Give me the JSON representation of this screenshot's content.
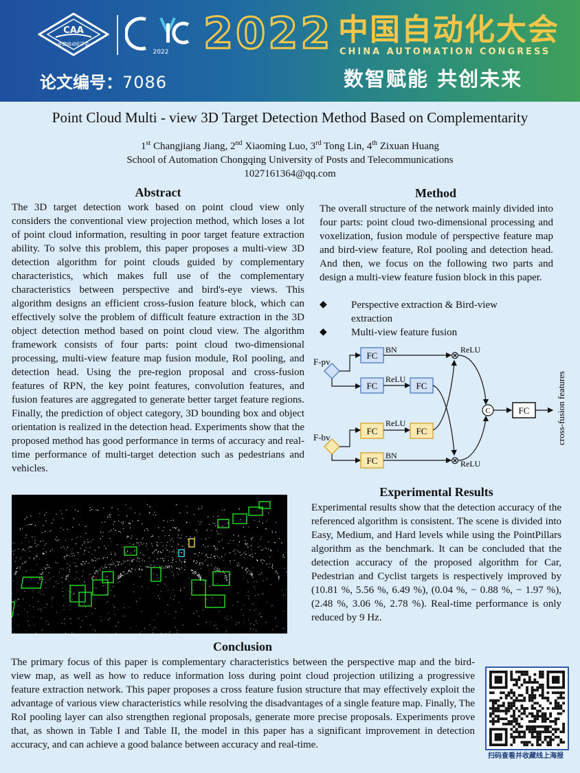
{
  "banner": {
    "caa_logo_text": "CAA",
    "caa_logo_subtext": "中国自动化学会",
    "cac_logo_text": "CAC",
    "cac_logo_year": "2022",
    "year": "2022",
    "title_cn": "中国自动化大会",
    "title_en": "CHINA AUTOMATION CONGRESS",
    "slogan": "数智赋能 共创未来",
    "paper_no_label": "论文编号：",
    "paper_no": "7086",
    "colors": {
      "gold": "#f4c64a",
      "blue": "#1e4fa0",
      "green": "#3fa05a"
    }
  },
  "paper": {
    "title": "Point Cloud Multi - view 3D Target Detection Method Based on Complementarity",
    "authors": [
      {
        "ord": "1",
        "sup": "st",
        "name": "Changjiang Jiang"
      },
      {
        "ord": "2",
        "sup": "nd",
        "name": "Xiaoming Luo"
      },
      {
        "ord": "3",
        "sup": "rd",
        "name": "Tong Lin"
      },
      {
        "ord": "4",
        "sup": "th",
        "name": "Zixuan Huang"
      }
    ],
    "affiliation": "School of Automation Chongqing University of Posts and Telecommunications",
    "email": "1027161364@qq.com"
  },
  "abstract": {
    "heading": "Abstract",
    "text": "The 3D target detection work based on point cloud view only considers the conventional view projection method, which loses a lot of point cloud information, resulting in poor target feature extraction ability. To solve this problem, this paper proposes a multi-view 3D detection algorithm for point clouds guided by complementary characteristics, which makes full use of the complementary characteristics between perspective and bird's-eye views. This algorithm designs an efficient cross-fusion feature block, which can effectively solve the problem of difficult feature extraction in the 3D object detection method based on point cloud view. The algorithm framework consists of four parts: point cloud two-dimensional processing, multi-view feature map fusion module, RoI pooling, and detection head. Using the pre-region proposal and cross-fusion features of RPN, the key point features, convolution features, and fusion features are aggregated to generate better target feature regions. Finally, the prediction of object category, 3D bounding box and object orientation is realized in the detection head. Experiments show that the proposed method has good performance in terms of accuracy and real-time performance of multi-target detection such as pedestrians and vehicles."
  },
  "method": {
    "heading": "Method",
    "text": "The overall structure of the network mainly divided into four parts: point cloud two-dimensional processing and voxelization, fusion module of perspective feature map and bird-view feature, RoI pooling and detection head. And then, we focus on the following two parts and design a multi-view feature fusion block in this paper.",
    "bullet_symbol": "◆",
    "bullets": [
      "Perspective extraction & Bird-view extraction",
      "Multi-view feature fusion"
    ],
    "diagram": {
      "input_top": "F-pv",
      "input_bottom": "F-bv",
      "fc": "FC",
      "bn": "BN",
      "relu": "ReLU",
      "concat": "C",
      "multiply": "⊗",
      "output_label": "cross-fusion features",
      "colors": {
        "blue_fill": "#cfe0f7",
        "blue_stroke": "#5b86c9",
        "yellow_fill": "#fbe9b0",
        "yellow_stroke": "#d9a93a"
      }
    }
  },
  "results": {
    "heading": "Experimental Results",
    "text": "Experimental results show that the detection accuracy of the referenced algorithm is consistent. The scene is divided into Easy, Medium, and Hard levels while using the PointPillars algorithm as the benchmark. It can be concluded that the detection accuracy of the proposed algorithm for Car, Pedestrian and Cyclist targets is respectively improved by (10.81 %, 5.56 %, 6.49 %), (0.04 %, − 0.88 %, − 1.97 %), (2.48 %, 3.06 %, 2.78 %). Real-time performance is only reduced by 9 Hz."
  },
  "conclusion": {
    "heading": "Conclusion",
    "text": "The primary focus of this paper is complementary characteristics between the perspective map and the bird-view map, as well as how to reduce information loss during point cloud projection utilizing a progressive feature extraction network. This paper proposes a cross feature fusion structure that may effectively exploit the advantage of various view characteristics while resolving the disadvantages of a single feature map. Finally, The RoI pooling layer can also strengthen regional proposals, generate more precise proposals. Experiments prove that, as shown in Table I and Table II, the model in this paper has a significant improvement in detection accuracy, and can achieve a good balance between accuracy and real-time."
  },
  "qr": {
    "caption": "扫码查看并收藏线上海报"
  }
}
